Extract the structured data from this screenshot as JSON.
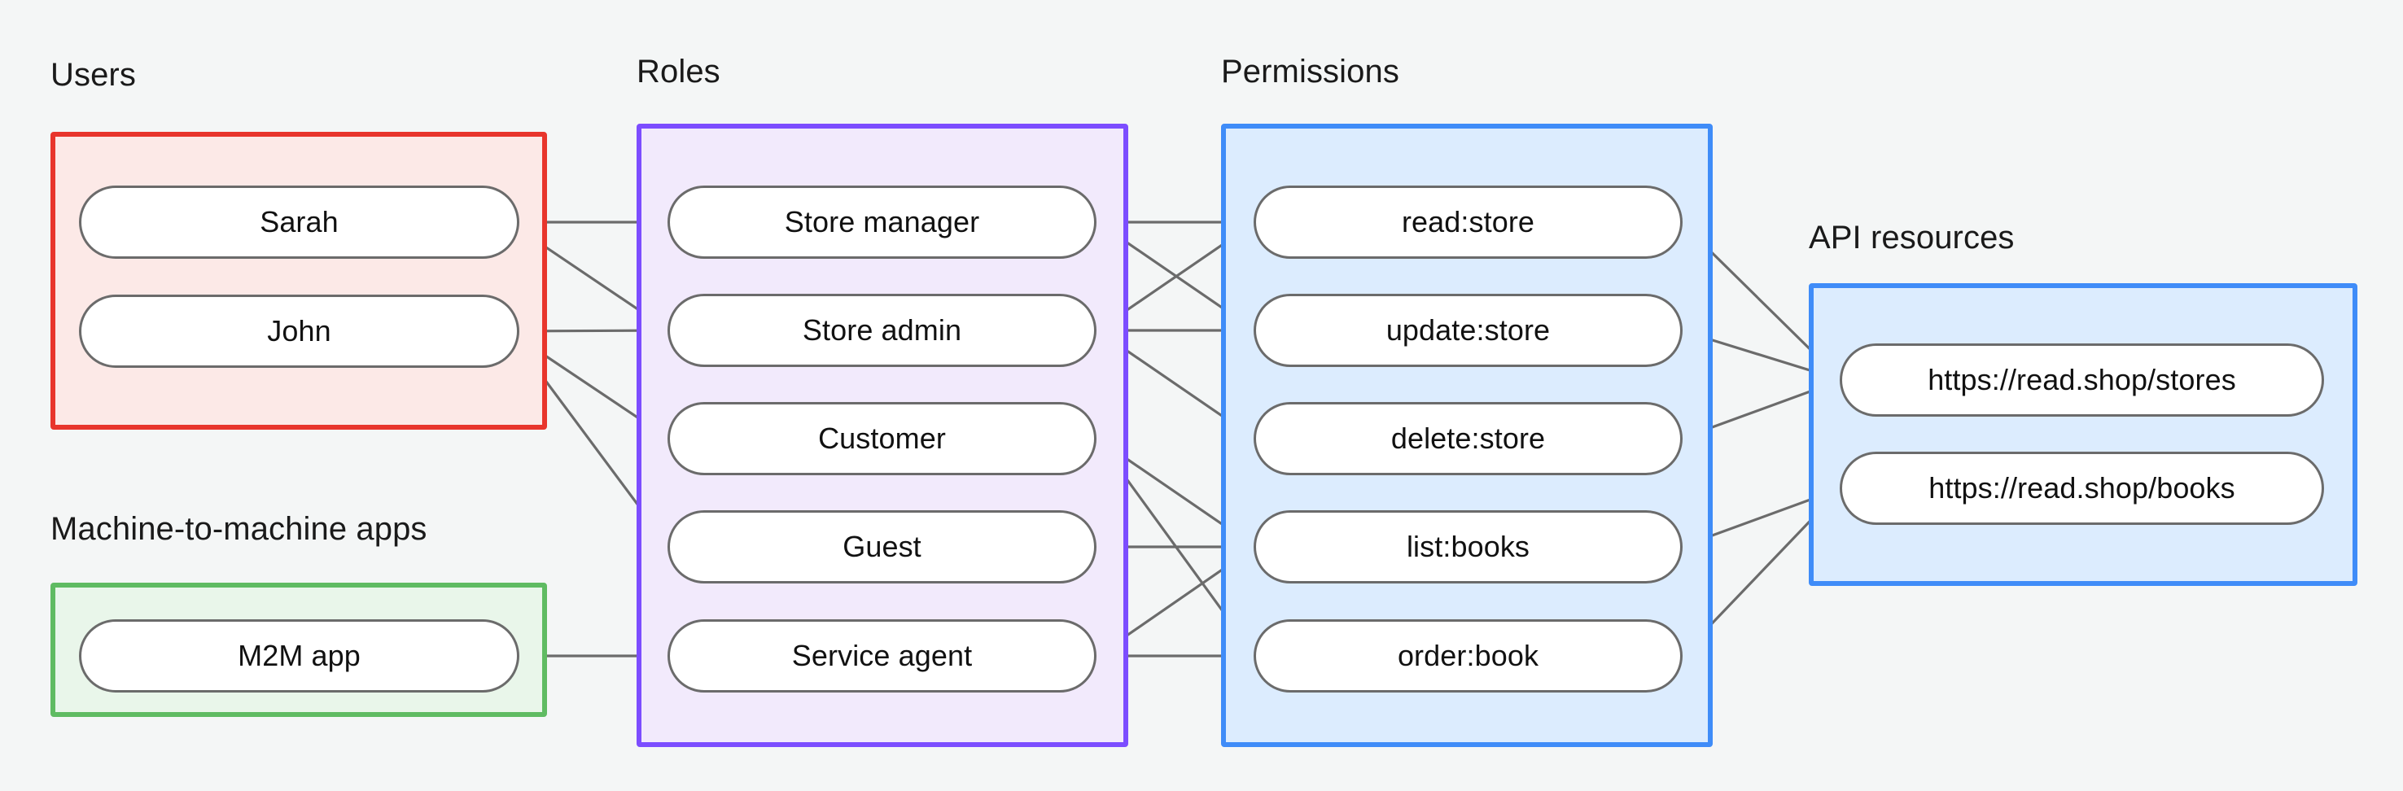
{
  "diagram": {
    "title_users": "Users",
    "title_m2m": "Machine-to-machine apps",
    "title_roles": "Roles",
    "title_permissions": "Permissions",
    "title_api": "API resources",
    "colors": {
      "background": "#f4f6f6",
      "users_border": "#e8352c",
      "users_fill": "#fce9e7",
      "m2m_border": "#5fbb62",
      "m2m_fill": "#e9f6ea",
      "roles_border": "#7c4dff",
      "roles_fill": "#f2eafc",
      "permissions_border": "#3f8cf8",
      "permissions_fill": "#dcecfe",
      "api_border": "#3f8cf8",
      "api_fill": "#dcecfe",
      "node_border": "#6b6b6b",
      "node_fill": "#ffffff",
      "edge": "#6b6b6b",
      "text": "#111111"
    },
    "users": [
      {
        "label": "Sarah"
      },
      {
        "label": "John"
      }
    ],
    "m2m_apps": [
      {
        "label": "M2M app"
      }
    ],
    "roles": [
      {
        "label": "Store manager"
      },
      {
        "label": "Store admin"
      },
      {
        "label": "Customer"
      },
      {
        "label": "Guest"
      },
      {
        "label": "Service agent"
      }
    ],
    "permissions": [
      {
        "label": "read:store"
      },
      {
        "label": "update:store"
      },
      {
        "label": "delete:store"
      },
      {
        "label": "list:books"
      },
      {
        "label": "order:book"
      }
    ],
    "api_resources": [
      {
        "label": "https://read.shop/stores"
      },
      {
        "label": "https://read.shop/books"
      }
    ],
    "edges": [
      {
        "from": "Sarah",
        "to": "Store manager"
      },
      {
        "from": "Sarah",
        "to": "Store admin"
      },
      {
        "from": "John",
        "to": "Store admin"
      },
      {
        "from": "John",
        "to": "Customer"
      },
      {
        "from": "John",
        "to": "Guest"
      },
      {
        "from": "M2M app",
        "to": "Service agent"
      },
      {
        "from": "Store manager",
        "to": "read:store"
      },
      {
        "from": "Store manager",
        "to": "update:store"
      },
      {
        "from": "Store admin",
        "to": "read:store"
      },
      {
        "from": "Store admin",
        "to": "update:store"
      },
      {
        "from": "Store admin",
        "to": "delete:store"
      },
      {
        "from": "Customer",
        "to": "list:books"
      },
      {
        "from": "Customer",
        "to": "order:book"
      },
      {
        "from": "Guest",
        "to": "list:books"
      },
      {
        "from": "Service agent",
        "to": "list:books"
      },
      {
        "from": "Service agent",
        "to": "order:book"
      },
      {
        "from": "read:store",
        "to": "https://read.shop/stores"
      },
      {
        "from": "update:store",
        "to": "https://read.shop/stores"
      },
      {
        "from": "delete:store",
        "to": "https://read.shop/stores"
      },
      {
        "from": "list:books",
        "to": "https://read.shop/books"
      },
      {
        "from": "order:book",
        "to": "https://read.shop/books"
      }
    ]
  }
}
